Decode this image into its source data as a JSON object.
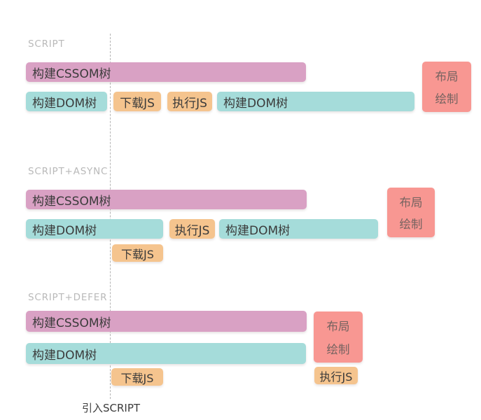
{
  "colors": {
    "background": "#ffffff",
    "cssom_bar": "#d9a1c4",
    "dom_bar": "#a5dcda",
    "js_bar": "#f5c48e",
    "render_box": "#f89792",
    "section_label": "#b9b9b9",
    "bar_text": "#3b3b3b",
    "render_box_text": "#756360",
    "dashed_line": "#b5b5b5"
  },
  "marker": {
    "label": "引入SCRIPT"
  },
  "sections": [
    {
      "label": "SCRIPT",
      "bars": {
        "cssom": "构建CSSOM树",
        "dom1": "构建DOM树",
        "download_js": "下载JS",
        "execute_js": "执行JS",
        "dom2": "构建DOM树",
        "layout": "布局",
        "paint": "绘制"
      }
    },
    {
      "label": "SCRIPT+ASYNC",
      "bars": {
        "cssom": "构建CSSOM树",
        "dom1": "构建DOM树",
        "execute_js": "执行JS",
        "dom2": "构建DOM树",
        "download_js": "下载JS",
        "layout": "布局",
        "paint": "绘制"
      }
    },
    {
      "label": "SCRIPT+DEFER",
      "bars": {
        "cssom": "构建CSSOM树",
        "dom": "构建DOM树",
        "download_js": "下载JS",
        "execute_js": "执行JS",
        "layout": "布局",
        "paint": "绘制"
      }
    }
  ]
}
